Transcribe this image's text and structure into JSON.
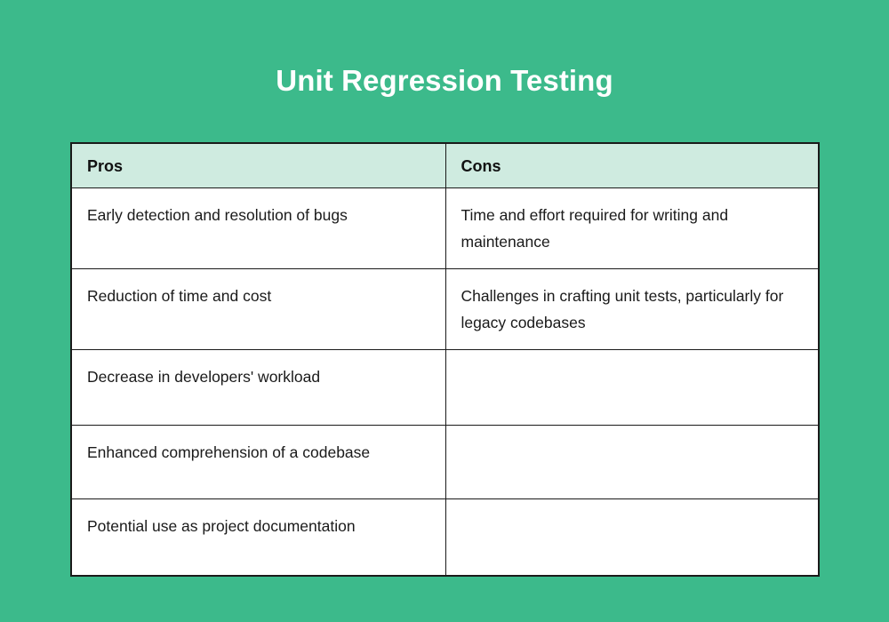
{
  "page": {
    "title": "Unit Regression Testing",
    "background_color": "#3cba8b",
    "title_color": "#ffffff"
  },
  "table": {
    "header_background": "#cfebe0",
    "border_color": "#1a1a1a",
    "cell_background": "#ffffff",
    "text_color": "#1a1a1a",
    "columns": [
      {
        "key": "pros",
        "label": "Pros"
      },
      {
        "key": "cons",
        "label": "Cons"
      }
    ],
    "rows": [
      {
        "pros": "Early detection and resolution of bugs",
        "cons": "Time and effort required for writing and maintenance"
      },
      {
        "pros": "Reduction of time and cost",
        "cons": "Challenges in crafting unit tests, particularly for legacy codebases"
      },
      {
        "pros": "Decrease in developers' workload",
        "cons": ""
      },
      {
        "pros": "Enhanced comprehension of a codebase",
        "cons": ""
      },
      {
        "pros": "Potential use as project documentation",
        "cons": ""
      }
    ]
  }
}
